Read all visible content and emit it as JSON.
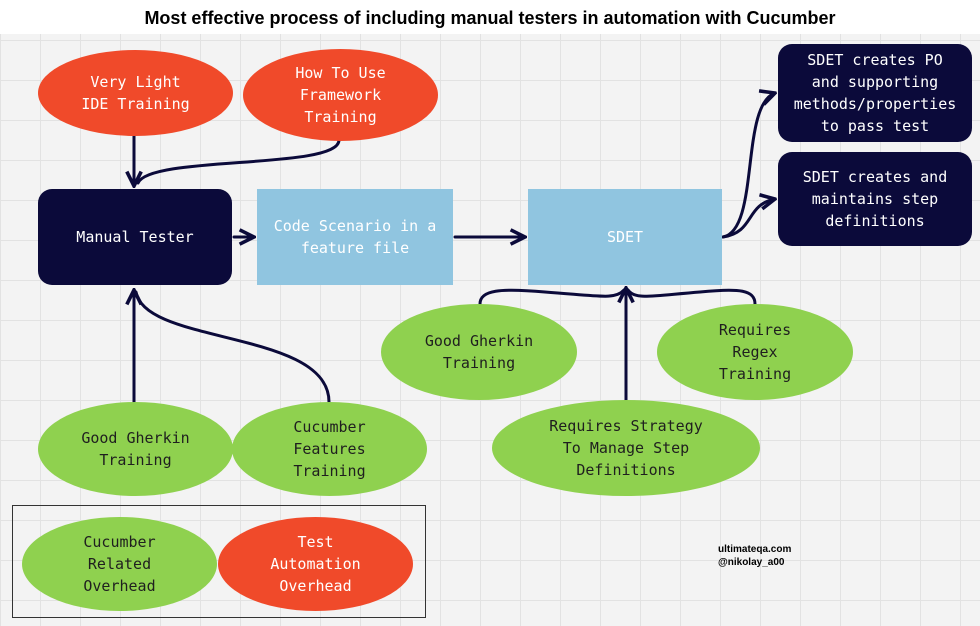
{
  "title": "Most effective process of including manual testers in automation with Cucumber",
  "nodes": {
    "ide_training": "Very Light\nIDE Training",
    "framework_training": "How To Use\nFramework\nTraining",
    "manual_tester": "Manual Tester",
    "code_scenario": "Code Scenario in a\nfeature file",
    "sdet": "SDET",
    "sdet_po": "SDET creates PO\nand supporting\nmethods/properties\nto pass test",
    "sdet_steps": "SDET creates and\nmaintains step\ndefinitions",
    "gherkin_left": "Good Gherkin\nTraining",
    "cucumber_features": "Cucumber\nFeatures\nTraining",
    "gherkin_right": "Good Gherkin\nTraining",
    "regex": "Requires\nRegex\nTraining",
    "strategy": "Requires Strategy\nTo Manage Step\nDefinitions"
  },
  "legend": {
    "cucumber_overhead": "Cucumber\nRelated\nOverhead",
    "automation_overhead": "Test\nAutomation\nOverhead"
  },
  "credit": {
    "site": "ultimateqa.com",
    "handle": "@nikolay_a00"
  },
  "colors": {
    "red": "#f04a2a",
    "green": "#8fd14f",
    "navy": "#0b0a3a",
    "blue": "#90c5e0",
    "arrow": "#0b0a3a"
  }
}
